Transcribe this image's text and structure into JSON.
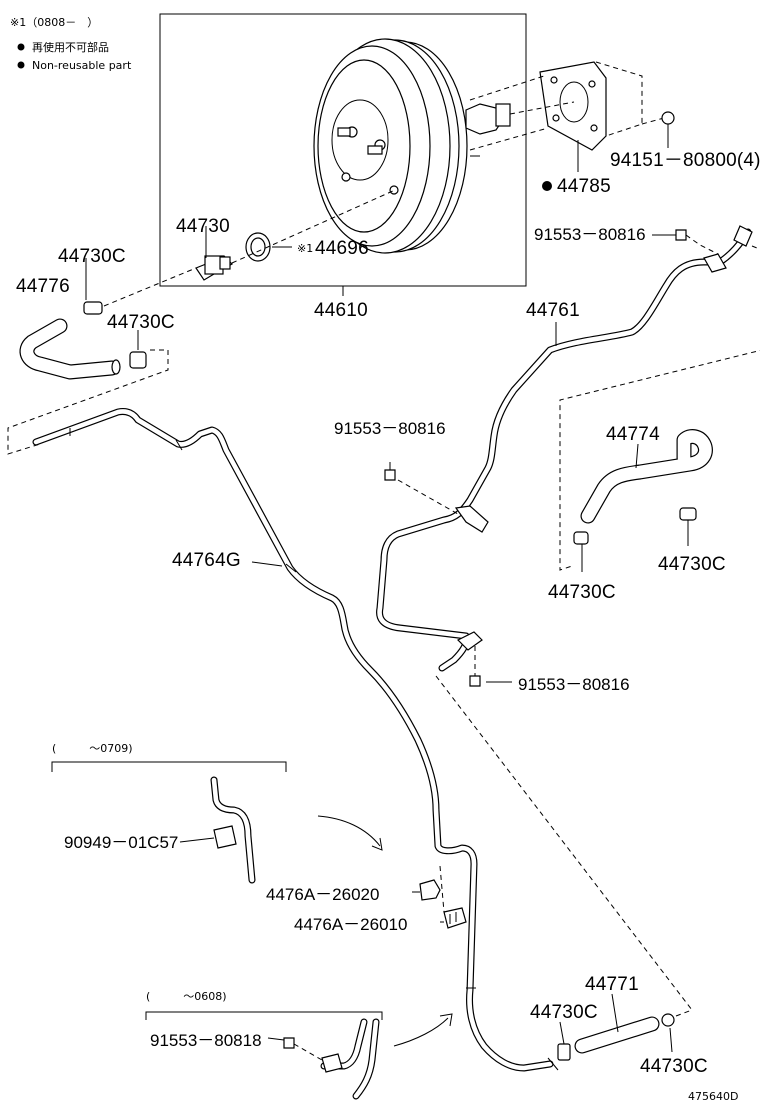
{
  "notes": {
    "ref_mark": "※1（0808－　）",
    "legend_jp": "再使用不可部品",
    "legend_en": "Non-reusable part"
  },
  "labels": {
    "p44730": "44730",
    "p44696": "44696",
    "p44696_mark": "※1",
    "p44610": "44610",
    "p44730c_1": "44730C",
    "p44776": "44776",
    "p44730c_2": "44730C",
    "p94151": "94151－80800(4)",
    "p44785": "44785",
    "p91553_a": "91553－80816",
    "p44761": "44761",
    "p91553_b": "91553－80816",
    "p44774": "44774",
    "p44764g": "44764G",
    "p44730c_3": "44730C",
    "p44730c_4": "44730C",
    "p91553_c": "91553－80816",
    "range_0709": "(　　　～0709)",
    "p90949": "90949－01C57",
    "p4476a_26020": "4476A－26020",
    "p4476a_26010": "4476A－26010",
    "range_0608": "(　　　～0608)",
    "p91553_80818": "91553－80818",
    "p44771": "44771",
    "p44730c_5": "44730C",
    "p44730c_6": "44730C",
    "diagram_id": "475640D"
  },
  "icons": {
    "non_reusable": "black-dot-icon"
  }
}
